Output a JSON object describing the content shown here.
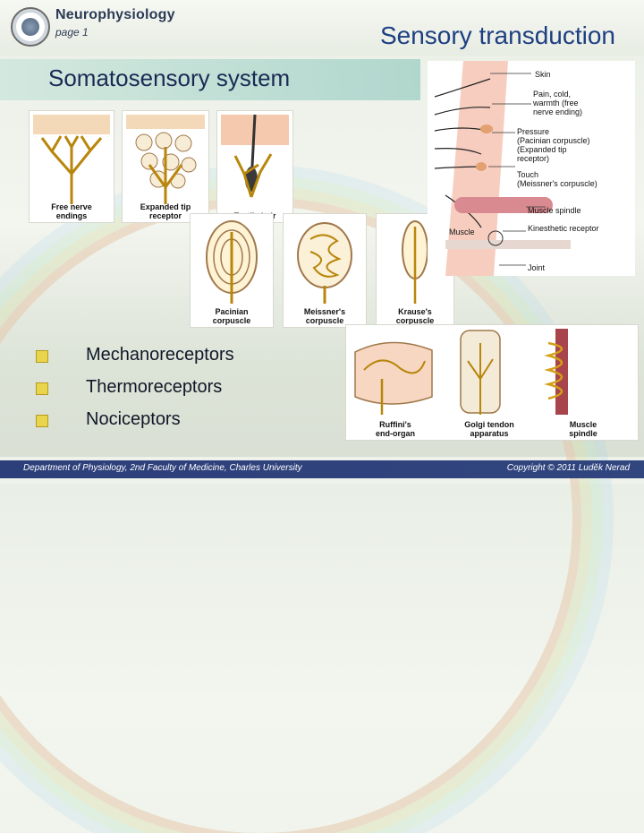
{
  "header": {
    "course": "Neurophysiology",
    "page": "page 1",
    "title": "Sensory transduction"
  },
  "section": {
    "title": "Somatosensory system"
  },
  "receptor_panel_top": {
    "captions": [
      "Free nerve\nendings",
      "Expanded tip\nreceptor",
      "Tactile hair"
    ]
  },
  "receptor_panel_mid": {
    "captions": [
      "Pacinian\ncorpuscle",
      "Meissner's\ncorpuscle",
      "Krause's\ncorpuscle"
    ]
  },
  "receptor_panel_bottom": {
    "captions": [
      "Ruffini's\nend-organ",
      "Golgi tendon\napparatus",
      "Muscle\nspindle"
    ]
  },
  "skin_diagram": {
    "labels": {
      "skin": "Skin",
      "pain": "Pain, cold,\nwarmth (free\nnerve ending)",
      "pressure": "Pressure\n(Pacinian corpuscle)\n(Expanded tip\nreceptor)",
      "touch": "Touch\n(Meissner's corpuscle)",
      "muscle_spindle": "Muscle spindle",
      "muscle": "Muscle",
      "kinesthetic": "Kinesthetic receptor",
      "joint": "Joint"
    }
  },
  "bullets": [
    "Mechanoreceptors",
    "Thermoreceptors",
    "Nociceptors"
  ],
  "footer": {
    "left": "Department of Physiology, 2nd Faculty of Medicine, Charles University",
    "right": "Copyright © 2011 Luděk Nerad"
  },
  "colors": {
    "bullet": "#e8d44d",
    "footer_bg": "#2d3f7a",
    "title": "#1d3f82",
    "nerve": "#b8860b"
  }
}
